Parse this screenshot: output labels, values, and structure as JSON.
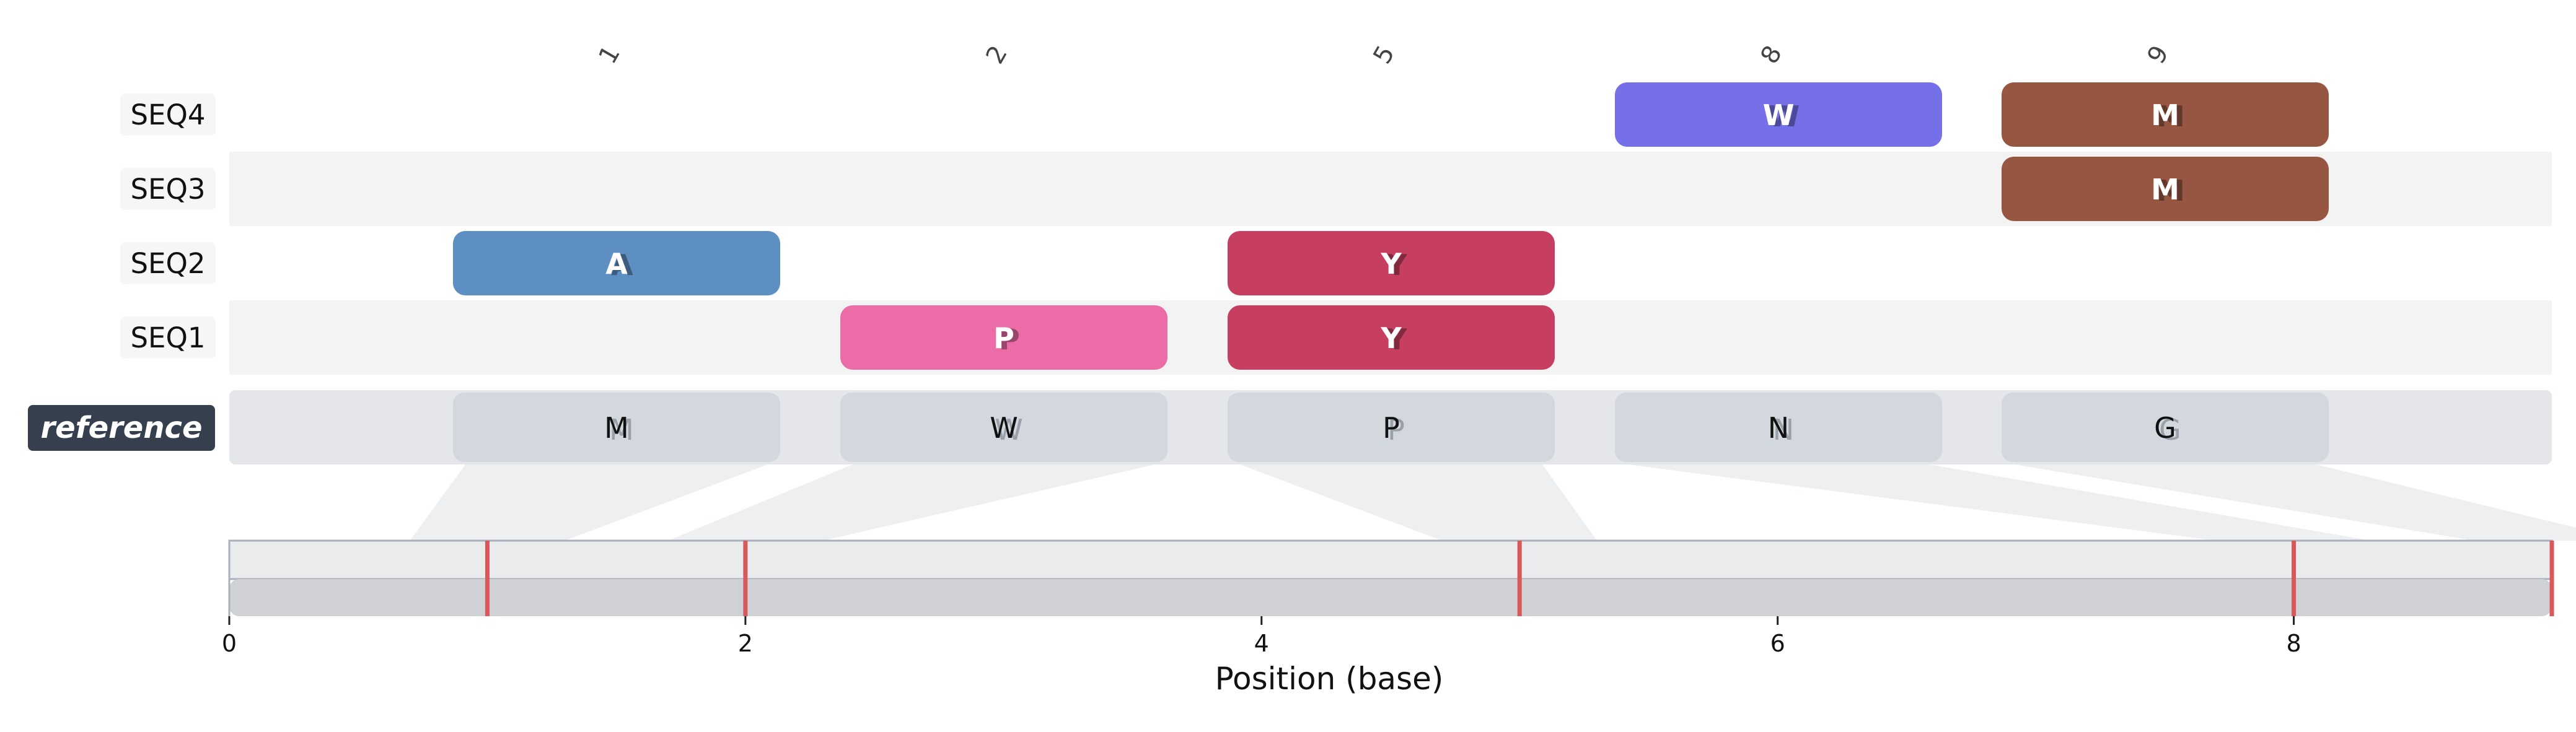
{
  "chart_data": {
    "type": "sequence-alignment",
    "title": "",
    "xlabel": "Position (base)",
    "ylabel": "",
    "xlim": [
      0,
      9
    ],
    "x_ticks": [
      "0",
      "2",
      "4",
      "6",
      "8"
    ],
    "grid": false,
    "column_positions": [
      "1",
      "2",
      "5",
      "8",
      "9"
    ],
    "reference": {
      "label": "reference",
      "residues": [
        "M",
        "W",
        "P",
        "N",
        "G"
      ]
    },
    "sequences": [
      {
        "name": "SEQ4",
        "variants": [
          {
            "column": 3,
            "residue": "W"
          },
          {
            "column": 4,
            "residue": "M"
          }
        ]
      },
      {
        "name": "SEQ3",
        "variants": [
          {
            "column": 4,
            "residue": "M"
          }
        ]
      },
      {
        "name": "SEQ2",
        "variants": [
          {
            "column": 0,
            "residue": "A"
          },
          {
            "column": 2,
            "residue": "Y"
          }
        ]
      },
      {
        "name": "SEQ1",
        "variants": [
          {
            "column": 1,
            "residue": "P"
          },
          {
            "column": 2,
            "residue": "Y"
          }
        ]
      }
    ],
    "residue_colors": {
      "W": "#7570e8",
      "M": "#975642",
      "A": "#5d8fc2",
      "Y": "#c73f60",
      "P": "#ec6ca8"
    },
    "position_markers": [
      1,
      2,
      5,
      8,
      9
    ],
    "colors": {
      "marker": "#d9585a",
      "band": "#f3f3f4",
      "ref_track": "#e5e6e9",
      "ref_cell": "#d3d7de",
      "ref_label_bg": "#363f4d",
      "axis_bar_top": "#eaebed",
      "axis_bar_bottom": "#cfd1d4"
    }
  }
}
